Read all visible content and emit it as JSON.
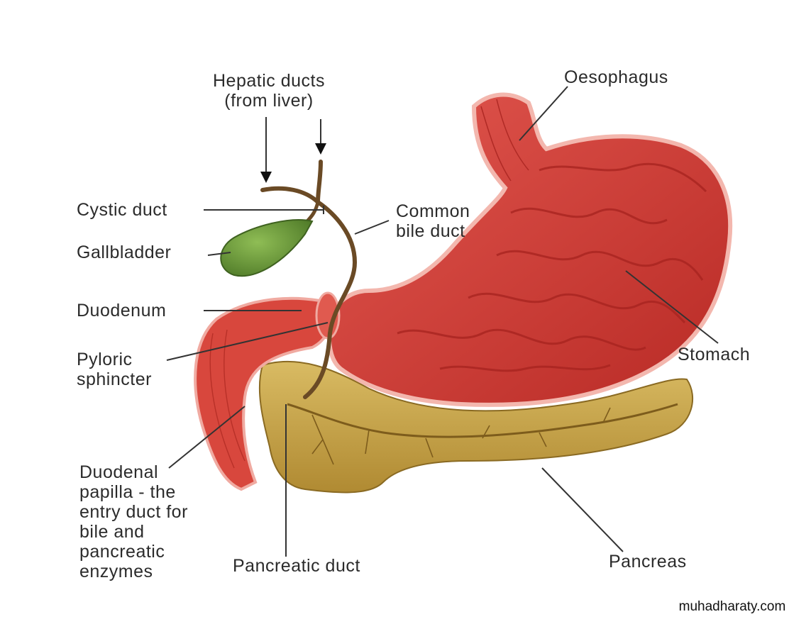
{
  "labels": {
    "hepatic_ducts": "Hepatic ducts\n(from liver)",
    "oesophagus": "Oesophagus",
    "cystic_duct": "Cystic duct",
    "common_bile_duct": "Common\nbile duct",
    "gallbladder": "Gallbladder",
    "duodenum": "Duodenum",
    "pyloric_sphincter": "Pyloric\nsphincter",
    "stomach": "Stomach",
    "duodenal_papilla": "Duodenal\npapilla - the\nentry duct for\nbile and\npancreatic\nenzymes",
    "pancreatic_duct": "Pancreatic duct",
    "pancreas": "Pancreas"
  },
  "watermark": "muhadharaty.com",
  "colors": {
    "stomach": "#d9453e",
    "stomach_inner": "#c9322c",
    "stomach_rim": "#f2b3ab",
    "duodenum": "#d94a40",
    "pancreas": "#c9a54a",
    "pancreas_dark": "#9c7a2a",
    "gallbladder": "#6f9a3c",
    "bile_duct": "#6a4a25",
    "leader": "#333333"
  }
}
